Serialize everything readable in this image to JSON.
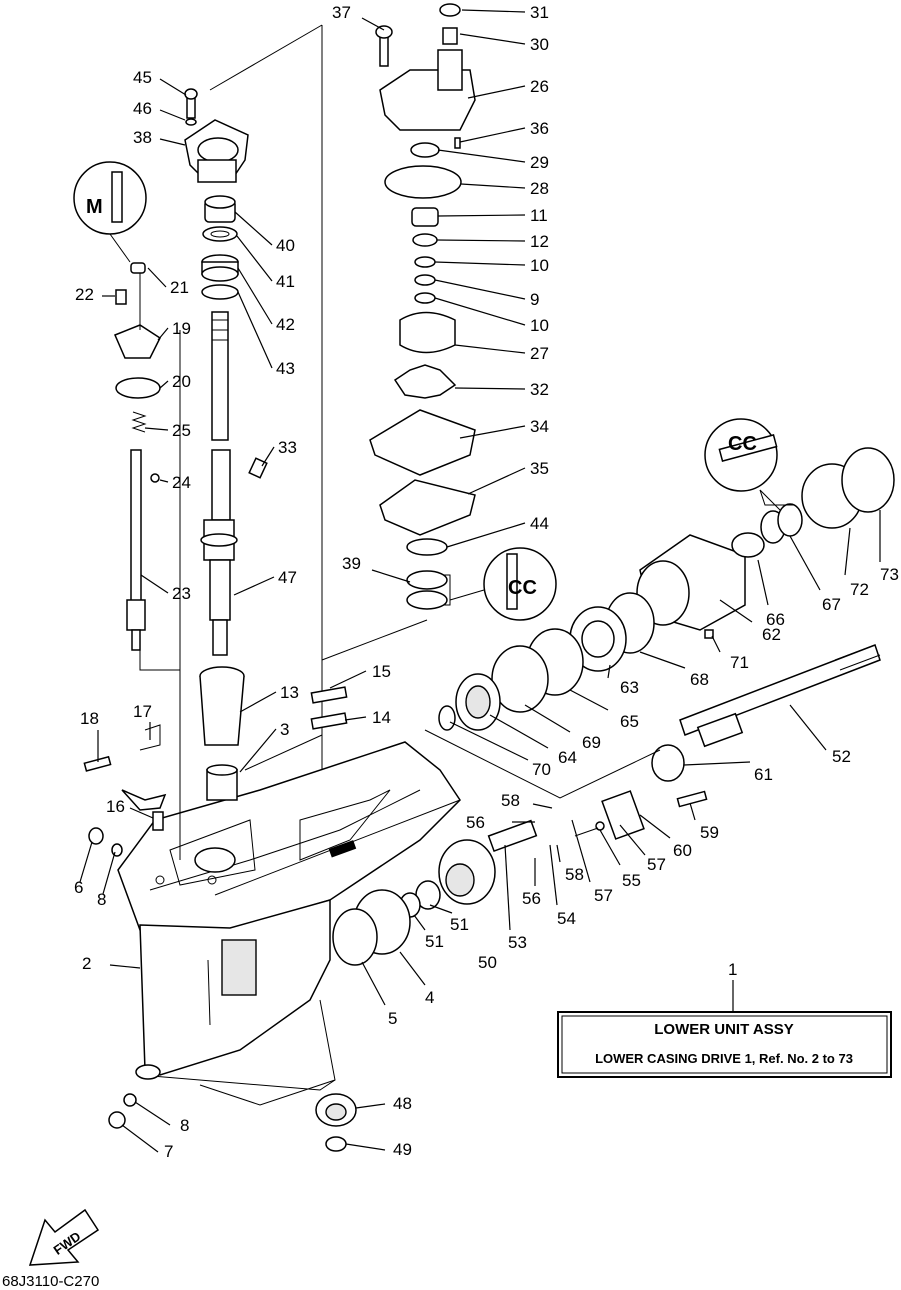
{
  "diagram_code": "68J3110-C270",
  "fwd_label": "FWD",
  "note": {
    "title": "LOWER UNIT ASSY",
    "subtitle": "LOWER CASING DRIVE 1, Ref. No. 2 to 73",
    "ref": "1"
  },
  "symbols": {
    "m_symbol": "M",
    "cc_symbol_right": "CC",
    "cc_symbol_left": "CC"
  },
  "callouts": [
    "31",
    "30",
    "26",
    "36",
    "29",
    "28",
    "11",
    "12",
    "10",
    "9",
    "10",
    "27",
    "32",
    "34",
    "35",
    "44",
    "39",
    "37",
    "45",
    "46",
    "38",
    "40",
    "41",
    "42",
    "43",
    "21",
    "22",
    "19",
    "20",
    "25",
    "24",
    "23",
    "33",
    "47",
    "15",
    "14",
    "13",
    "3",
    "18",
    "17",
    "16",
    "6",
    "8",
    "2",
    "8",
    "7",
    "48",
    "49",
    "5",
    "4",
    "51",
    "51",
    "50",
    "53",
    "54",
    "56",
    "56",
    "58",
    "58",
    "57",
    "57",
    "55",
    "60",
    "59",
    "61",
    "52",
    "70",
    "69",
    "64",
    "65",
    "63",
    "68",
    "62",
    "71",
    "66",
    "67",
    "72",
    "73"
  ]
}
